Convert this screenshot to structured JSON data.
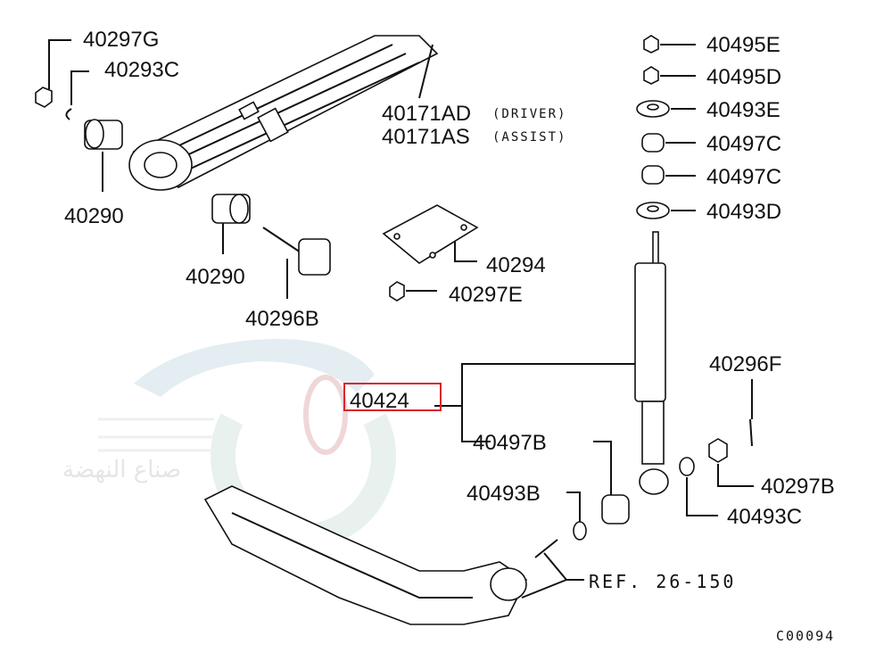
{
  "watermark": {
    "text": "صناع النهضة"
  },
  "highlight_color": "#d9262b",
  "labels": {
    "p40297G": "40297G",
    "p40293C": "40293C",
    "p40290a": "40290",
    "p40290b": "40290",
    "p40296B": "40296B",
    "p40171AD": "40171AD",
    "driver": "(DRIVER)",
    "p40171AS": "40171AS",
    "assist": "(ASSIST)",
    "p40294": "40294",
    "p40297E": "40297E",
    "p40495E": "40495E",
    "p40495D": "40495D",
    "p40493E": "40493E",
    "p40497Ca": "40497C",
    "p40497Cb": "40497C",
    "p40493D": "40493D",
    "p40296F": "40296F",
    "p40424": "40424",
    "p40497B": "40497B",
    "p40493B": "40493B",
    "p40297B": "40297B",
    "p40493C": "40493C",
    "ref": "REF. 26-150",
    "code": "C00094"
  }
}
